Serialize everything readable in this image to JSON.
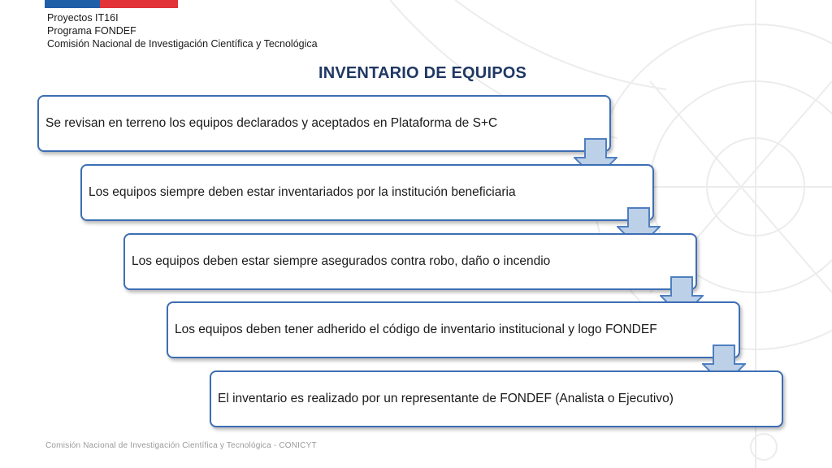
{
  "header": {
    "line1": "Proyectos IT16I",
    "line2": "Programa FONDEF",
    "line3": "Comisión Nacional de Investigación Científica y Tecnológica"
  },
  "title": "INVENTARIO DE EQUIPOS",
  "steps": [
    {
      "text": "Se revisan en terreno los equipos declarados y aceptados en Plataforma de S+C"
    },
    {
      "text": "Los equipos siempre deben estar inventariados por la institución beneficiaria"
    },
    {
      "text": "Los equipos deben estar siempre asegurados contra robo, daño o incendio"
    },
    {
      "text": "Los equipos deben tener adherido el código de inventario institucional y logo FONDEF"
    },
    {
      "text": "El inventario es realizado por un representante de FONDEF (Analista o Ejecutivo)"
    }
  ],
  "footer": "Comisión Nacional de Investigación Científica y Tecnológica - CONICYT",
  "colors": {
    "flag_blue": "#1f5fa8",
    "flag_red": "#e23339",
    "title": "#1f3864",
    "step_border": "#3d6eb4",
    "arrow_fill": "#bcd0e8",
    "arrow_stroke": "#4f7fc0"
  }
}
